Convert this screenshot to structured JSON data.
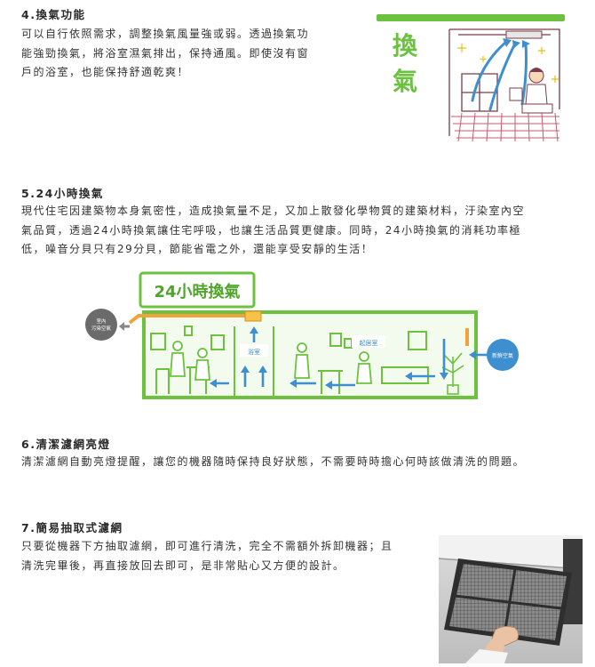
{
  "sections": [
    {
      "heading": "4.換氣功能",
      "lines": [
        "可以自行依照需求，調整換氣風量強或弱。透過換氣功",
        "能強勁換氣，將浴室濕氣排出，保持通風。即使沒有窗",
        "戶的浴室，也能保持舒適乾爽！"
      ]
    },
    {
      "heading": "5.24小時換氣",
      "lines": [
        "現代住宅因建築物本身氣密性，造成換氣量不足，又加上散發化學物質的建築材料，汙染室內空",
        "氣品質，透過24小時換氣讓住宅呼吸，也讓生活品質更健康。同時，24小時換氣的消耗功率極",
        "低，噪音分貝只有29分貝，節能省電之外，還能享受安靜的生活！"
      ]
    },
    {
      "heading": "6.清潔濾網亮燈",
      "lines": [
        "清潔濾網自動亮燈提醒，讓您的機器隨時保持良好狀態，不需要時時擔心何時該做清洗的問題。"
      ]
    },
    {
      "heading": "7.簡易抽取式濾網",
      "lines": [
        "只要從機器下方抽取濾網，即可進行清洗，完全不需額外拆卸機器；且",
        "清洗完畢後，再直接放回去即可，是非常貼心又方便的設計。"
      ]
    }
  ],
  "ventilation_illustration": {
    "chars": [
      "換",
      "氣"
    ]
  },
  "diagram": {
    "title": "24小時換氣",
    "outdoor_polluted_label": [
      "室內",
      "污染空氣"
    ],
    "fresh_air_label": "新鮮空氣",
    "bathroom_label": "浴室",
    "living_room_label": "起居室"
  },
  "colors": {
    "green": "#6cc23f",
    "green_dark": "#4fa52a",
    "blue_arrow": "#3d8fd0",
    "orange_duct": "#f2a23a",
    "light_green_fill": "#f3faee"
  }
}
